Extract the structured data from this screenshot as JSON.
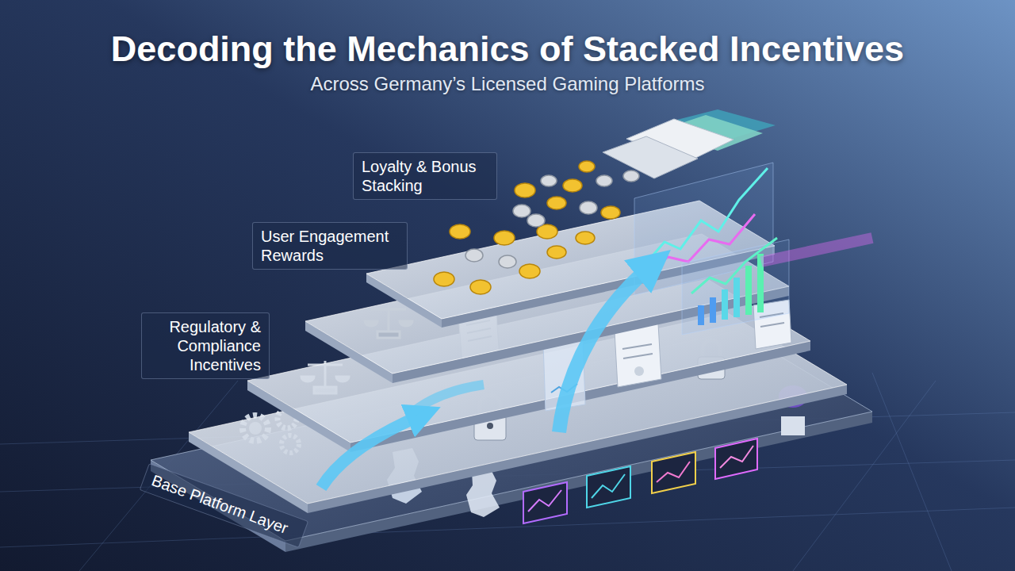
{
  "diagram": {
    "title": "Decoding the Mechanics of Stacked Incentives",
    "nodes": [
      {
        "text": [
          "Loyalty & Bonus Stacking"
        ]
      },
      {
        "text": [
          "User Engagement Rewards"
        ]
      },
      {
        "text": [
          "Regulatory & Compliance Incentives"
        ]
      },
      {
        "text": [
          "Base Platform Layer"
        ]
      }
    ],
    "labels": [
      "Across Germany’s Licensed Gaming Platforms"
    ]
  }
}
